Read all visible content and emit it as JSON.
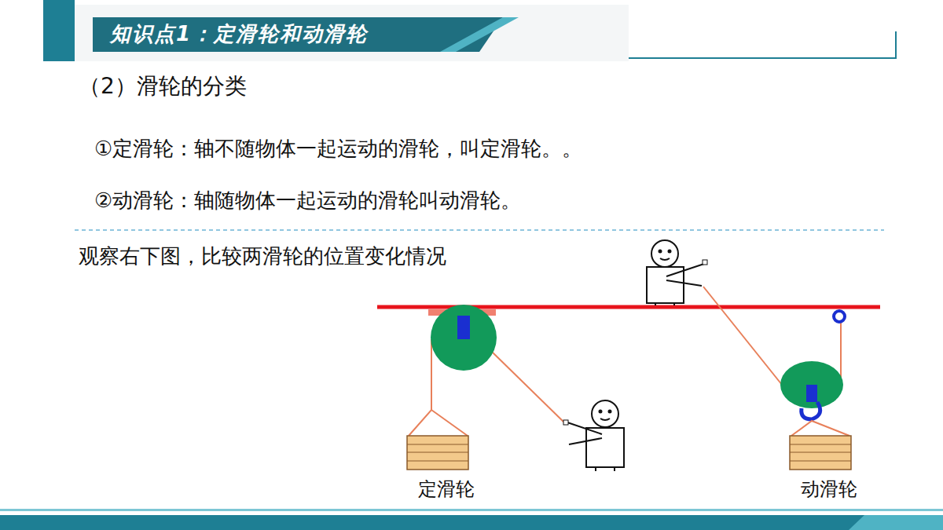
{
  "diagram": {
    "title": "知识点1：定滑轮和动滑轮",
    "labels": [
      "（2）滑轮的分类",
      "①定滑轮：轴不随物体一起运动的滑轮，叫定滑轮。。",
      "②动滑轮：轴随物体一起运动的滑轮叫动滑轮。",
      "观察右下图，比较两滑轮的位置变化情况",
      "定滑轮",
      "动滑轮"
    ]
  }
}
